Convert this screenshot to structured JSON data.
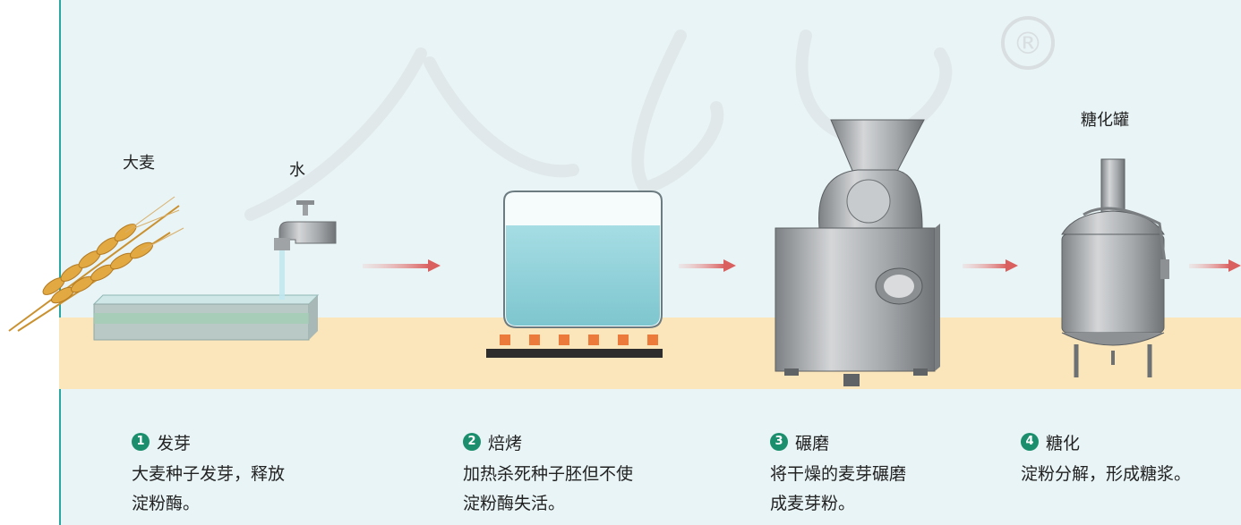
{
  "labels": {
    "barley": "大麦",
    "water": "水",
    "tank": "糖化罐",
    "registered": "®"
  },
  "steps": [
    {
      "number": "1",
      "title": "发芽",
      "line1": "大麦种子发芽，释放",
      "line2": "淀粉酶。"
    },
    {
      "number": "2",
      "title": "焙烤",
      "line1": "加热杀死种子胚但不使",
      "line2": "淀粉酶失活。"
    },
    {
      "number": "3",
      "title": "碾磨",
      "line1": "将干燥的麦芽碾磨",
      "line2": "成麦芽粉。"
    },
    {
      "number": "4",
      "title": "糖化",
      "line1": "淀粉分解，形成糖浆。",
      "line2": ""
    }
  ],
  "colors": {
    "background": "#e9f4f6",
    "floor": "#fbe5ba",
    "arrow": "#d9605f",
    "badge": "#1b8f6d",
    "water": "#8fd3dc",
    "steel": "#a9acae"
  },
  "icons": [
    "wheat-icon",
    "faucet-icon",
    "germination-tray-icon",
    "kiln-tank-icon",
    "heater-plate-icon",
    "grinder-icon",
    "saccharification-tank-icon",
    "process-arrow-icon"
  ]
}
